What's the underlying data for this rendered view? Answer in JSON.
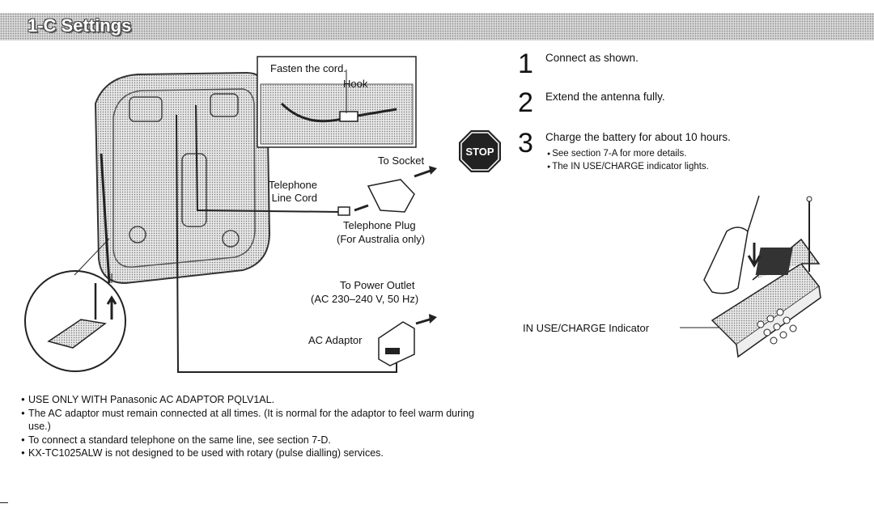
{
  "header": {
    "title": "1-C Settings"
  },
  "diagram_labels": {
    "fasten": "Fasten the cord.",
    "hook": "Hook",
    "to_socket": "To Socket",
    "telephone_line_cord_1": "Telephone",
    "telephone_line_cord_2": "Line Cord",
    "telephone_plug": "Telephone Plug",
    "australia": "(For Australia only)",
    "power_outlet": "To Power Outlet",
    "power_spec": "(AC 230–240 V, 50 Hz)",
    "ac_adaptor": "AC Adaptor",
    "in_use_indicator": "IN USE/CHARGE Indicator"
  },
  "steps": [
    {
      "number": "1",
      "text": "Connect as shown."
    },
    {
      "number": "2",
      "text": "Extend the antenna fully."
    },
    {
      "number": "3",
      "text": "Charge the battery for about 10 hours."
    }
  ],
  "step3_subs": [
    "See section 7-A for more details.",
    "The IN USE/CHARGE indicator lights."
  ],
  "stop_sign": "STOP",
  "notes": [
    "USE ONLY WITH Panasonic AC ADAPTOR PQLV1AL.",
    "The AC adaptor must remain connected at all times. (It is normal for the adaptor to feel warm during use.)",
    "To connect a standard telephone on the same line, see section 7-D.",
    "KX-TC1025ALW is not designed to be used with rotary (pulse dialling) services."
  ]
}
